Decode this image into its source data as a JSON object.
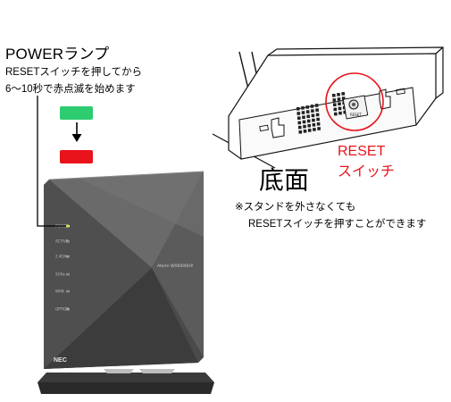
{
  "power": {
    "title": "POWERランプ",
    "desc_line1": "RESETスイッチを押してから",
    "desc_line2": "6～10秒で赤点滅を始めます"
  },
  "lamp_states": {
    "before_color": "#2ecc71",
    "after_color": "#e8131b"
  },
  "bottom": {
    "title": "底面",
    "reset_line1": "RESET",
    "reset_line2": "スイッチ",
    "reset_color": "#e8131b"
  },
  "note": {
    "line1": "※スタンドを外さなくても",
    "line2": "RESETスイッチを押すことができます"
  },
  "router": {
    "brand": "NEC",
    "model_label": "Aterm WX6000HP",
    "led_labels": [
      "POWER",
      "ACTIVE",
      "2.4GHz",
      "5GHz",
      "WAN",
      "OPTION"
    ]
  },
  "bottom_view": {
    "switch_label": "RESET"
  }
}
